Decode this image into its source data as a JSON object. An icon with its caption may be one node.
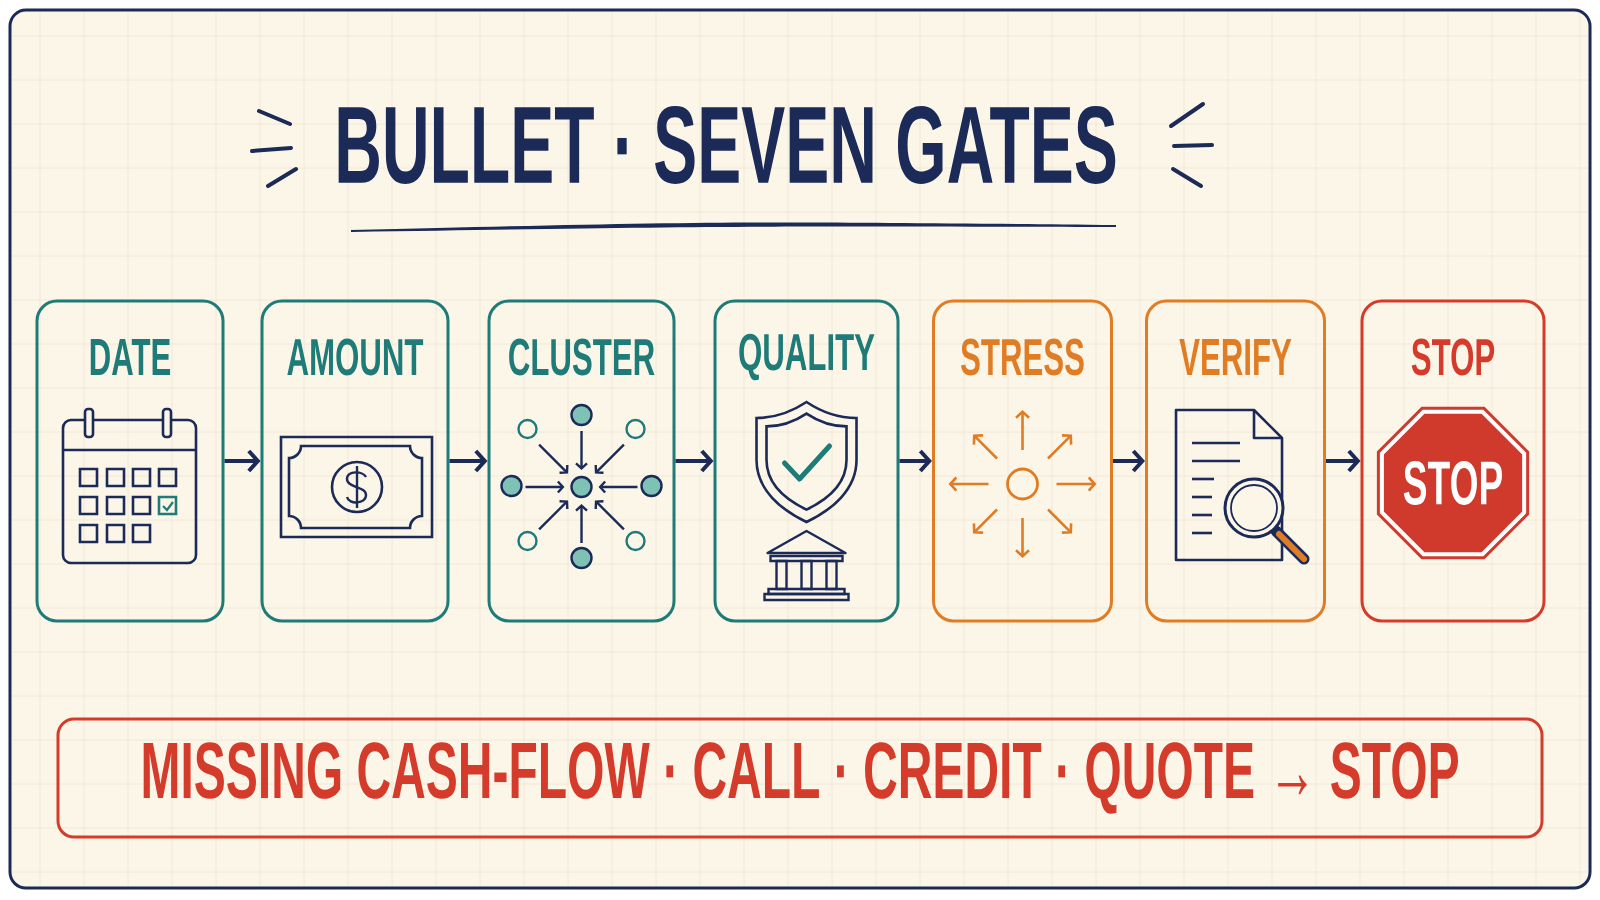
{
  "diagram": {
    "title": "BULLET · SEVEN GATES",
    "nodes": [
      {
        "text": [
          "DATE"
        ]
      },
      {
        "text": [
          "AMOUNT"
        ]
      },
      {
        "text": [
          "CLUSTER"
        ]
      },
      {
        "text": [
          "QUALITY"
        ]
      },
      {
        "text": [
          "STRESS"
        ]
      },
      {
        "text": [
          "VERIFY"
        ]
      },
      {
        "text": [
          "STOP"
        ]
      },
      {
        "text": [
          "STOP"
        ],
        "in": 6
      },
      {
        "text": [
          "MISSING CASH-FLOW · CALL · CREDIT · QUOTE → STOP"
        ]
      }
    ],
    "edges": [
      {
        "from": 0,
        "to": 1,
        "arrow": "to"
      },
      {
        "from": 1,
        "to": 2,
        "arrow": "to"
      },
      {
        "from": 2,
        "to": 3,
        "arrow": "to"
      },
      {
        "from": 3,
        "to": 4,
        "arrow": "to"
      },
      {
        "from": 4,
        "to": 5,
        "arrow": "to"
      },
      {
        "from": 5,
        "to": 6,
        "arrow": "to"
      }
    ]
  }
}
